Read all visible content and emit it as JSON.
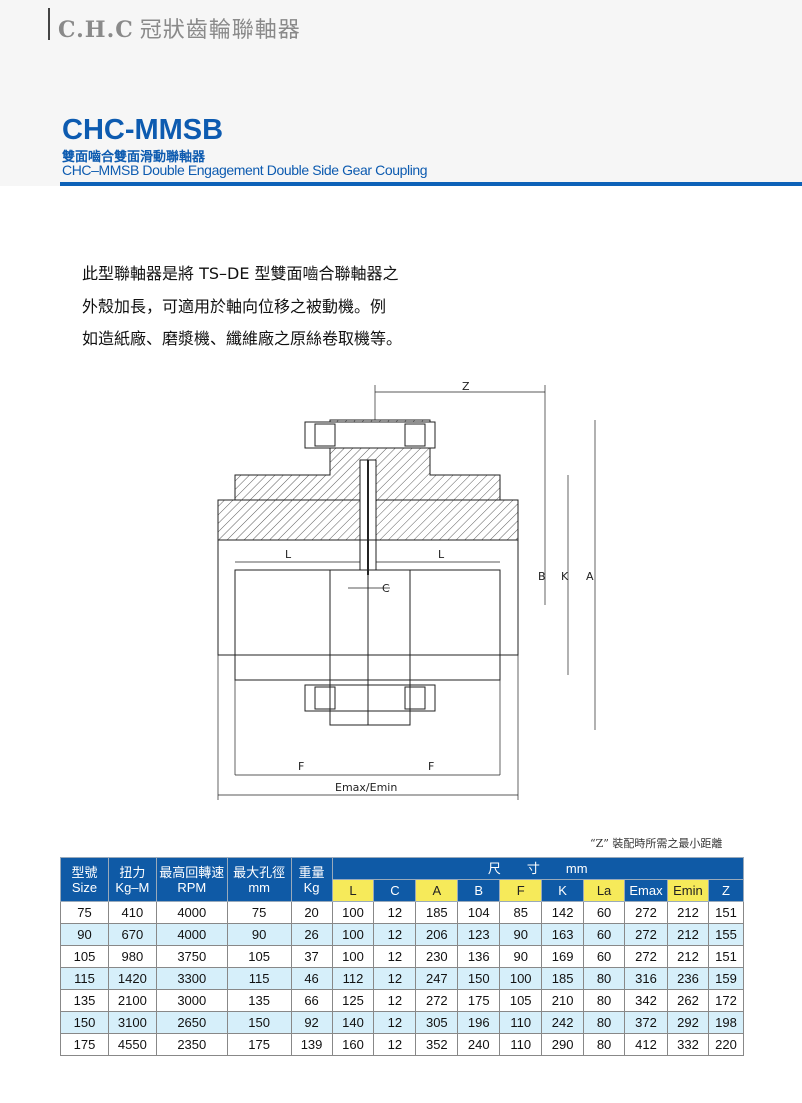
{
  "brand": {
    "logo": "C.H.C",
    "name": "冠狀齒輪聯軸器"
  },
  "title": "CHC-MMSB",
  "subtitle_cn": "雙面嚙合雙面滑動聯軸器",
  "subtitle_en": "CHC–MMSB  Double Engagement Double Side Gear Coupling",
  "description": [
    "此型聯軸器是將 TS–DE 型雙面嚙合聯軸器之",
    "外殼加長，可適用於軸向位移之被動機。例",
    "如造紙廠、磨漿機、纖維廠之原絲卷取機等。"
  ],
  "drawing_labels": {
    "z": "Z",
    "l_left": "L",
    "l_right": "L",
    "c": "C",
    "b": "B",
    "k": "K",
    "a": "A",
    "f_left": "F",
    "f_right": "F",
    "e": "Emax/Emin"
  },
  "note": "“Z” 裝配時所需之最小距離",
  "table": {
    "headers_top": [
      {
        "cn": "型號",
        "en": "Size"
      },
      {
        "cn": "扭力",
        "en": "Kg–M"
      },
      {
        "cn": "最高回轉速",
        "en": "RPM"
      },
      {
        "cn": "最大孔徑",
        "en": "mm"
      },
      {
        "cn": "重量",
        "en": "Kg"
      }
    ],
    "dim_header": "尺　　寸　　mm",
    "dim_cols": [
      "L",
      "C",
      "A",
      "B",
      "F",
      "K",
      "La",
      "Emax",
      "Emin",
      "Z"
    ],
    "rows": [
      [
        "75",
        "410",
        "4000",
        "75",
        "20",
        "100",
        "12",
        "185",
        "104",
        "85",
        "142",
        "60",
        "272",
        "212",
        "151"
      ],
      [
        "90",
        "670",
        "4000",
        "90",
        "26",
        "100",
        "12",
        "206",
        "123",
        "90",
        "163",
        "60",
        "272",
        "212",
        "155"
      ],
      [
        "105",
        "980",
        "3750",
        "105",
        "37",
        "100",
        "12",
        "230",
        "136",
        "90",
        "169",
        "60",
        "272",
        "212",
        "151"
      ],
      [
        "115",
        "1420",
        "3300",
        "115",
        "46",
        "112",
        "12",
        "247",
        "150",
        "100",
        "185",
        "80",
        "316",
        "236",
        "159"
      ],
      [
        "135",
        "2100",
        "3000",
        "135",
        "66",
        "125",
        "12",
        "272",
        "175",
        "105",
        "210",
        "80",
        "342",
        "262",
        "172"
      ],
      [
        "150",
        "3100",
        "2650",
        "150",
        "92",
        "140",
        "12",
        "305",
        "196",
        "110",
        "242",
        "80",
        "372",
        "292",
        "198"
      ],
      [
        "175",
        "4550",
        "2350",
        "175",
        "139",
        "160",
        "12",
        "352",
        "240",
        "110",
        "290",
        "80",
        "412",
        "332",
        "220"
      ]
    ]
  }
}
